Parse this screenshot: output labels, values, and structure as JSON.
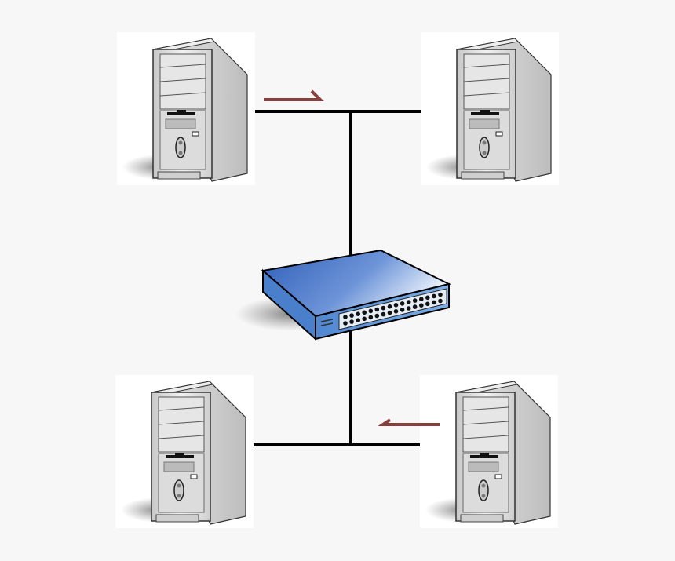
{
  "diagram": {
    "nodes": [
      {
        "id": "computer-top-left",
        "type": "computer"
      },
      {
        "id": "computer-top-right",
        "type": "computer"
      },
      {
        "id": "network-switch",
        "type": "switch",
        "ports": 32
      },
      {
        "id": "computer-bottom-left",
        "type": "computer"
      },
      {
        "id": "computer-bottom-right",
        "type": "computer"
      }
    ],
    "links": [
      [
        "computer-top-left",
        "computer-top-right"
      ],
      [
        "computer-top-left",
        "network-switch"
      ],
      [
        "network-switch",
        "computer-bottom-left"
      ],
      [
        "computer-bottom-right",
        "network-switch"
      ]
    ],
    "arrows": [
      {
        "direction": "right",
        "near": "computer-top-left"
      },
      {
        "direction": "left",
        "near": "computer-bottom-right"
      }
    ],
    "colors": {
      "background": "#f7f7f7",
      "cable": "#000000",
      "arrow": "#8a3f3f",
      "switch_top": "#3f6fc4",
      "computer_case": "#d8d8d8"
    }
  }
}
